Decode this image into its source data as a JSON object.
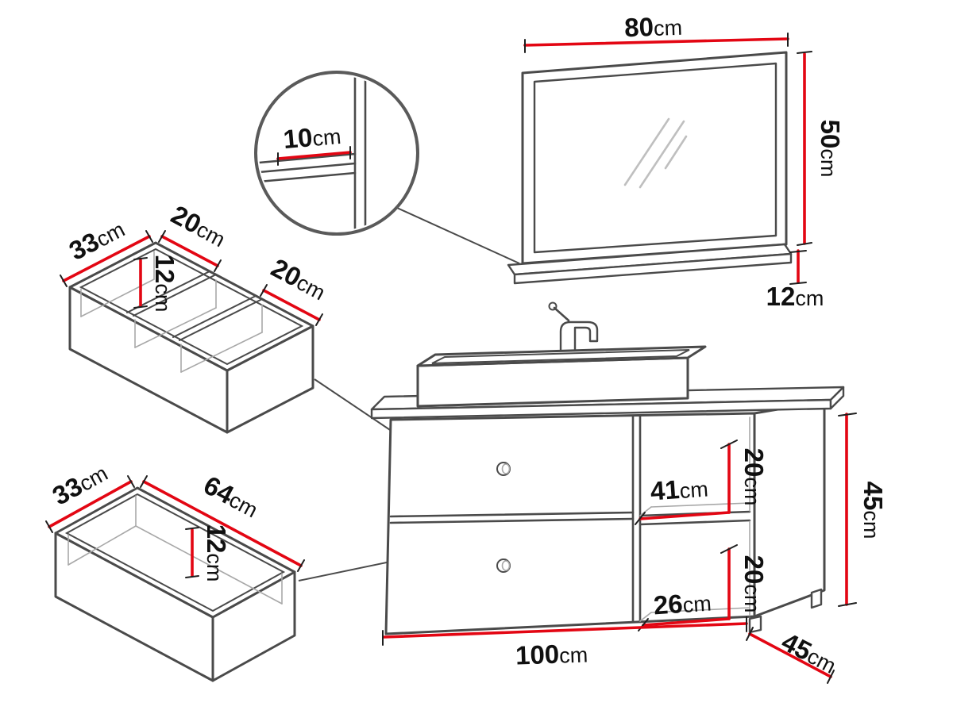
{
  "colors": {
    "dimension_red": "#e30613",
    "outline": "#4a4a4a",
    "text": "#101010"
  },
  "mirror": {
    "width": {
      "value": "80",
      "unit": "cm"
    },
    "height": {
      "value": "50",
      "unit": "cm"
    },
    "shelf_depth": {
      "value": "12",
      "unit": "cm"
    }
  },
  "detail_view": {
    "shelf_depth": {
      "value": "10",
      "unit": "cm"
    }
  },
  "divided_drawer": {
    "depth": {
      "value": "33",
      "unit": "cm"
    },
    "compartment_a_width": {
      "value": "20",
      "unit": "cm"
    },
    "inner_height": {
      "value": "12",
      "unit": "cm"
    },
    "compartment_b_width": {
      "value": "20",
      "unit": "cm"
    }
  },
  "plain_drawer": {
    "depth": {
      "value": "33",
      "unit": "cm"
    },
    "width": {
      "value": "64",
      "unit": "cm"
    },
    "inner_height": {
      "value": "12",
      "unit": "cm"
    }
  },
  "vanity": {
    "width": {
      "value": "100",
      "unit": "cm"
    },
    "height": {
      "value": "45",
      "unit": "cm"
    },
    "depth": {
      "value": "45",
      "unit": "cm"
    },
    "niche_top_width": {
      "value": "41",
      "unit": "cm"
    },
    "niche_top_height": {
      "value": "20",
      "unit": "cm"
    },
    "niche_bottom_width": {
      "value": "26",
      "unit": "cm"
    },
    "niche_bottom_height": {
      "value": "20",
      "unit": "cm"
    }
  }
}
